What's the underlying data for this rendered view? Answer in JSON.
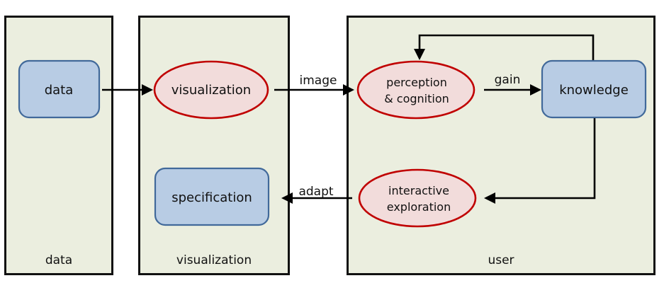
{
  "panels": {
    "data": {
      "label": "data"
    },
    "visualization": {
      "label": "visualization"
    },
    "user": {
      "label": "user"
    }
  },
  "nodes": {
    "data": {
      "label": "data",
      "shape": "rounded-rect"
    },
    "visualization": {
      "label": "visualization",
      "shape": "ellipse"
    },
    "specification": {
      "label": "specification",
      "shape": "rounded-rect"
    },
    "perception": {
      "label_line1": "perception",
      "label_line2": "& cognition",
      "shape": "ellipse"
    },
    "knowledge": {
      "label": "knowledge",
      "shape": "rounded-rect"
    },
    "exploration": {
      "label_line1": "interactive",
      "label_line2": "exploration",
      "shape": "ellipse"
    }
  },
  "edges": {
    "data_to_vis": {
      "label": ""
    },
    "vis_to_perception": {
      "label": "image"
    },
    "perception_to_knowledge": {
      "label": "gain"
    },
    "knowledge_to_perception": {
      "label": ""
    },
    "knowledge_to_exploration": {
      "label": ""
    },
    "exploration_to_spec": {
      "label": "adapt"
    }
  },
  "colors": {
    "panel_fill": "#ebeedf",
    "box_fill": "#b8cce4",
    "box_stroke": "#41699a",
    "ellipse_fill": "#f2dcdb",
    "ellipse_stroke": "#c00000"
  }
}
